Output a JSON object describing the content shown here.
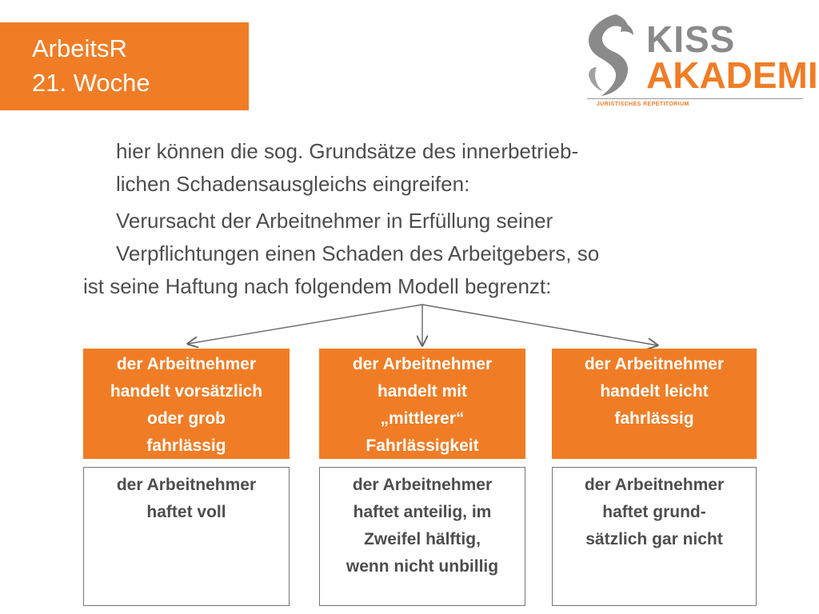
{
  "title": {
    "line1": "ArbeitsR",
    "line2": "21. Woche"
  },
  "logo": {
    "word1": "KISS",
    "word2": "AKADEMIE",
    "tagline": "JURISTISCHES REPETITORIUM",
    "colors": {
      "gray": "#8a8a8a",
      "orange": "#f07d25"
    }
  },
  "body": {
    "line1": "hier können die sog. Grundsätze des innerbetrieb-",
    "line2": "lichen Schadensausgleichs eingreifen:",
    "line3": "Verursacht der Arbeitnehmer in Erfüllung seiner",
    "line4": "Verpflichtungen einen Schaden des Arbeitgebers, so",
    "line5": "ist seine Haftung nach folgendem Modell begrenzt:"
  },
  "diagram": {
    "accent": "#f07d25",
    "fault_levels": [
      "der Arbeitnehmer\nhandelt vorsätzlich\noder grob\nfahrlässig",
      "der Arbeitnehmer\nhandelt mit\n„mittlerer“\nFahrlässigkeit",
      "der Arbeitnehmer\nhandelt leicht\nfahrlässig"
    ],
    "liability": [
      "der Arbeitnehmer\nhaftet voll",
      "der Arbeitnehmer\nhaftet anteilig, im\nZweifel hälftig,\nwenn nicht unbillig",
      "der Arbeitnehmer\nhaftet grund-\nsätzlich gar nicht"
    ]
  }
}
